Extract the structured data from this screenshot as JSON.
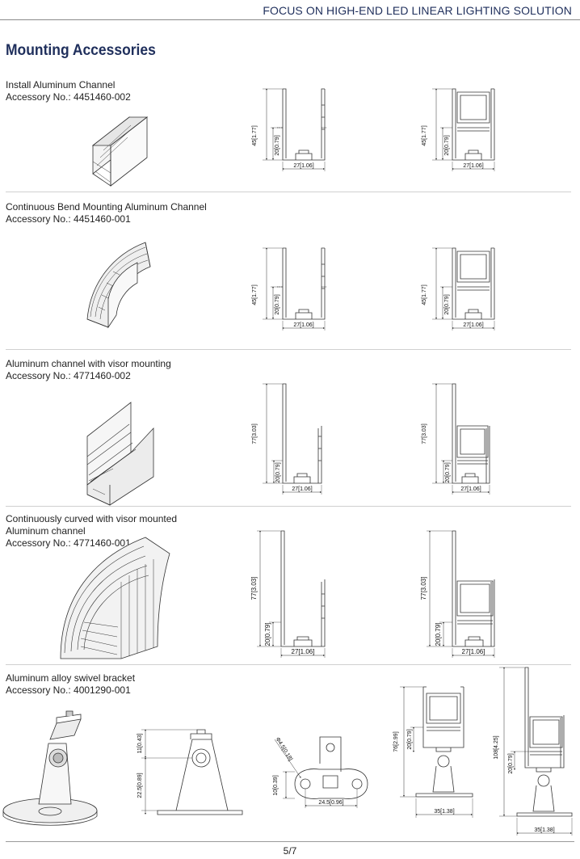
{
  "header": {
    "tagline": "FOCUS ON HIGH-END LED LINEAR LIGHTING SOLUTION"
  },
  "title": "Mounting Accessories",
  "sections": [
    {
      "name": "Install Aluminum Channel",
      "accessory": "Accessory No.: 4451460-002",
      "dims": {
        "height": "45[1.77]",
        "lower": "20[0.79]",
        "width": "27[1.06]"
      }
    },
    {
      "name": "Continuous Bend Mounting Aluminum Channel",
      "accessory": "Accessory No.: 4451460-001",
      "dims": {
        "height": "45[1.77]",
        "lower": "20[0.79]",
        "width": "27[1.06]"
      }
    },
    {
      "name": "Aluminum channel with visor mounting",
      "accessory": "Accessory No.: 4771460-002",
      "dims": {
        "height": "77[3.03]",
        "lower": "20[0.79]",
        "width": "27[1.06]"
      }
    },
    {
      "name": "Continuously curved with visor mounted",
      "name2": "Aluminum channel",
      "accessory": "Accessory No.: 4771460-001",
      "dims": {
        "height": "77[3.03]",
        "lower": "20[0.79]",
        "width": "27[1.06]"
      }
    },
    {
      "name": "Aluminum alloy swivel bracket",
      "accessory": "Accessory No.: 4001290-001",
      "dims": {
        "top": "11[0.43]",
        "base": "22.5[0.89]",
        "hole": "Φ4.5[0.18]",
        "depth": "10[0.39]",
        "span": "24.5[0.96]",
        "height_a": "76[2.99]",
        "lower_a": "20[0.79]",
        "width_a": "35[1.38]",
        "height_b": "108[4.25]",
        "lower_b": "20[0.79]",
        "width_b": "35[1.38]"
      }
    }
  ],
  "footer": {
    "page": "5/7"
  }
}
